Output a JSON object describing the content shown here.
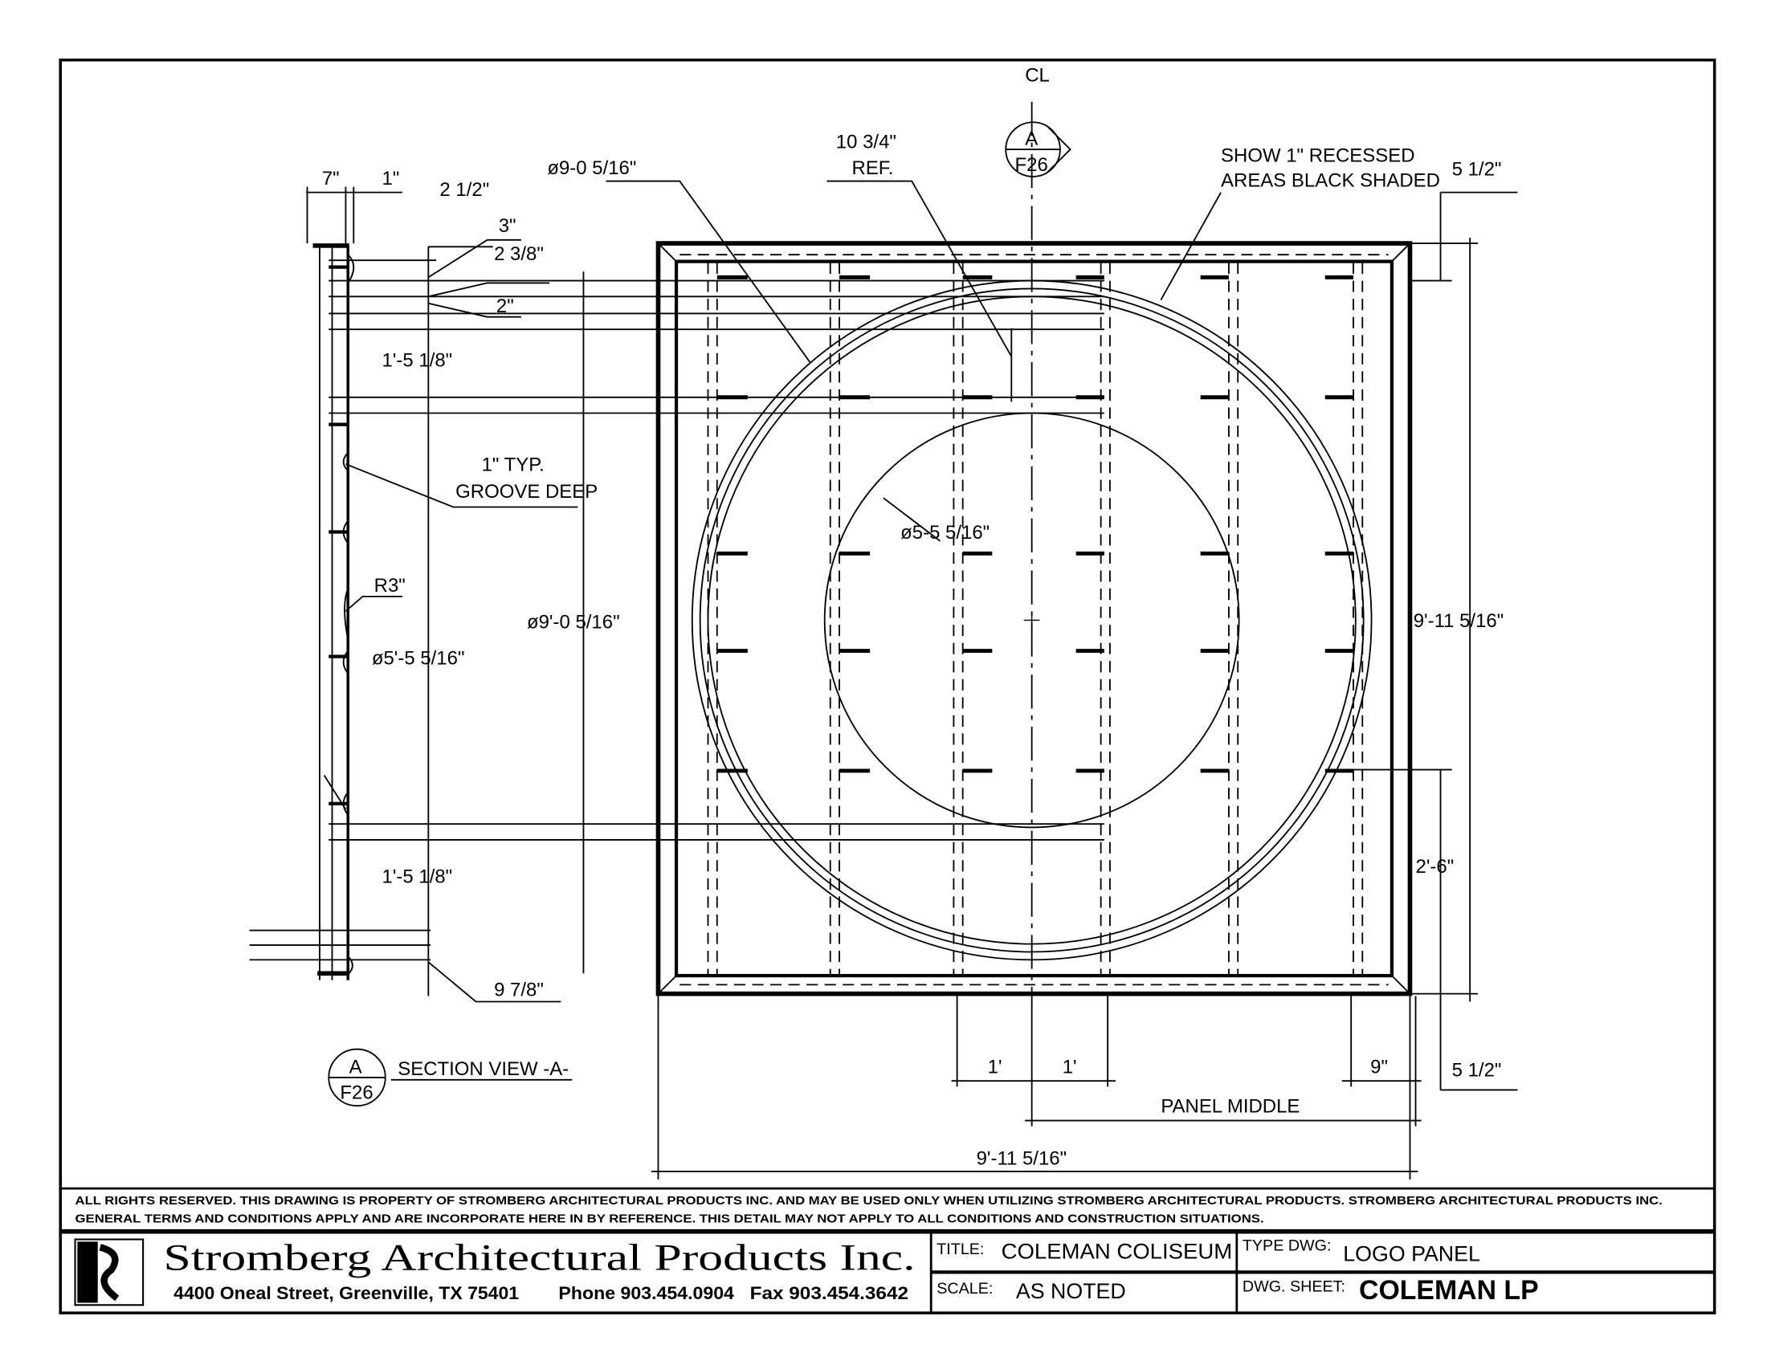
{
  "drawing": {
    "centerline": "CL",
    "section_bubble_top": {
      "letter": "A",
      "sheet": "F26"
    },
    "section_bubble_bottom": {
      "letter": "A",
      "sheet": "F26"
    },
    "section_view_label": "SECTION VIEW -A-",
    "labels": {
      "dim_7": "7\"",
      "dim_1": "1\"",
      "dim_2_1_2": "2 1/2\"",
      "dim_3": "3\"",
      "dim_2_3_8": "2 3/8\"",
      "dim_2": "2\"",
      "dim_1_5_1_8_top": "1'-5 1/8\"",
      "groove_1": "1\" TYP.",
      "groove_2": "GROOVE DEEP",
      "r3": "R3\"",
      "dia_5_5_left": "ø5'-5 5/16\"",
      "dia_9_0_left": "ø9'-0 5/16\"",
      "dim_1_5_1_8_bottom": "1'-5 1/8\"",
      "dim_9_7_8": "9 7/8\"",
      "dia_9_0_top": "ø9-0 5/16\"",
      "ref_1": "10 3/4\"",
      "ref_2": "REF.",
      "note_1": "SHOW 1\" RECESSED",
      "note_2": "AREAS BLACK SHADED",
      "dim_5_1_2_top": "5 1/2\"",
      "dia_5_5_center": "ø5-5 5/16\"",
      "dim_9_11_right": "9'-11 5/16\"",
      "dim_2_6": "2'-6\"",
      "dim_1ft_a": "1'",
      "dim_1ft_b": "1'",
      "dim_9": "9\"",
      "dim_5_1_2_bottom": "5 1/2\"",
      "panel_middle": "PANEL MIDDLE",
      "dim_9_11_bottom": "9'-11 5/16\""
    }
  },
  "notes": {
    "line1": "ALL RIGHTS RESERVED. THIS DRAWING IS PROPERTY OF STROMBERG ARCHITECTURAL PRODUCTS INC. AND MAY BE USED ONLY WHEN UTILIZING STROMBERG ARCHITECTURAL PRODUCTS.  STROMBERG ARCHITECTURAL PRODUCTS INC.",
    "line2": "GENERAL TERMS AND CONDITIONS APPLY AND ARE INCORPORATE HERE IN BY REFERENCE.  THIS DETAIL MAY NOT APPLY TO ALL CONDITIONS AND CONSTRUCTION SITUATIONS."
  },
  "title_block": {
    "company": "Stromberg Architectural Products Inc.",
    "address": "4400 Oneal Street, Greenville, TX  75401",
    "phone": "Phone 903.454.0904",
    "fax": "Fax 903.454.3642",
    "title_label": "TITLE:",
    "title_value": "COLEMAN COLISEUM",
    "type_label": "TYPE DWG:",
    "type_value": "LOGO PANEL",
    "scale_label": "SCALE:",
    "scale_value": "AS NOTED",
    "sheet_label": "DWG. SHEET:",
    "sheet_value": "COLEMAN LP"
  }
}
